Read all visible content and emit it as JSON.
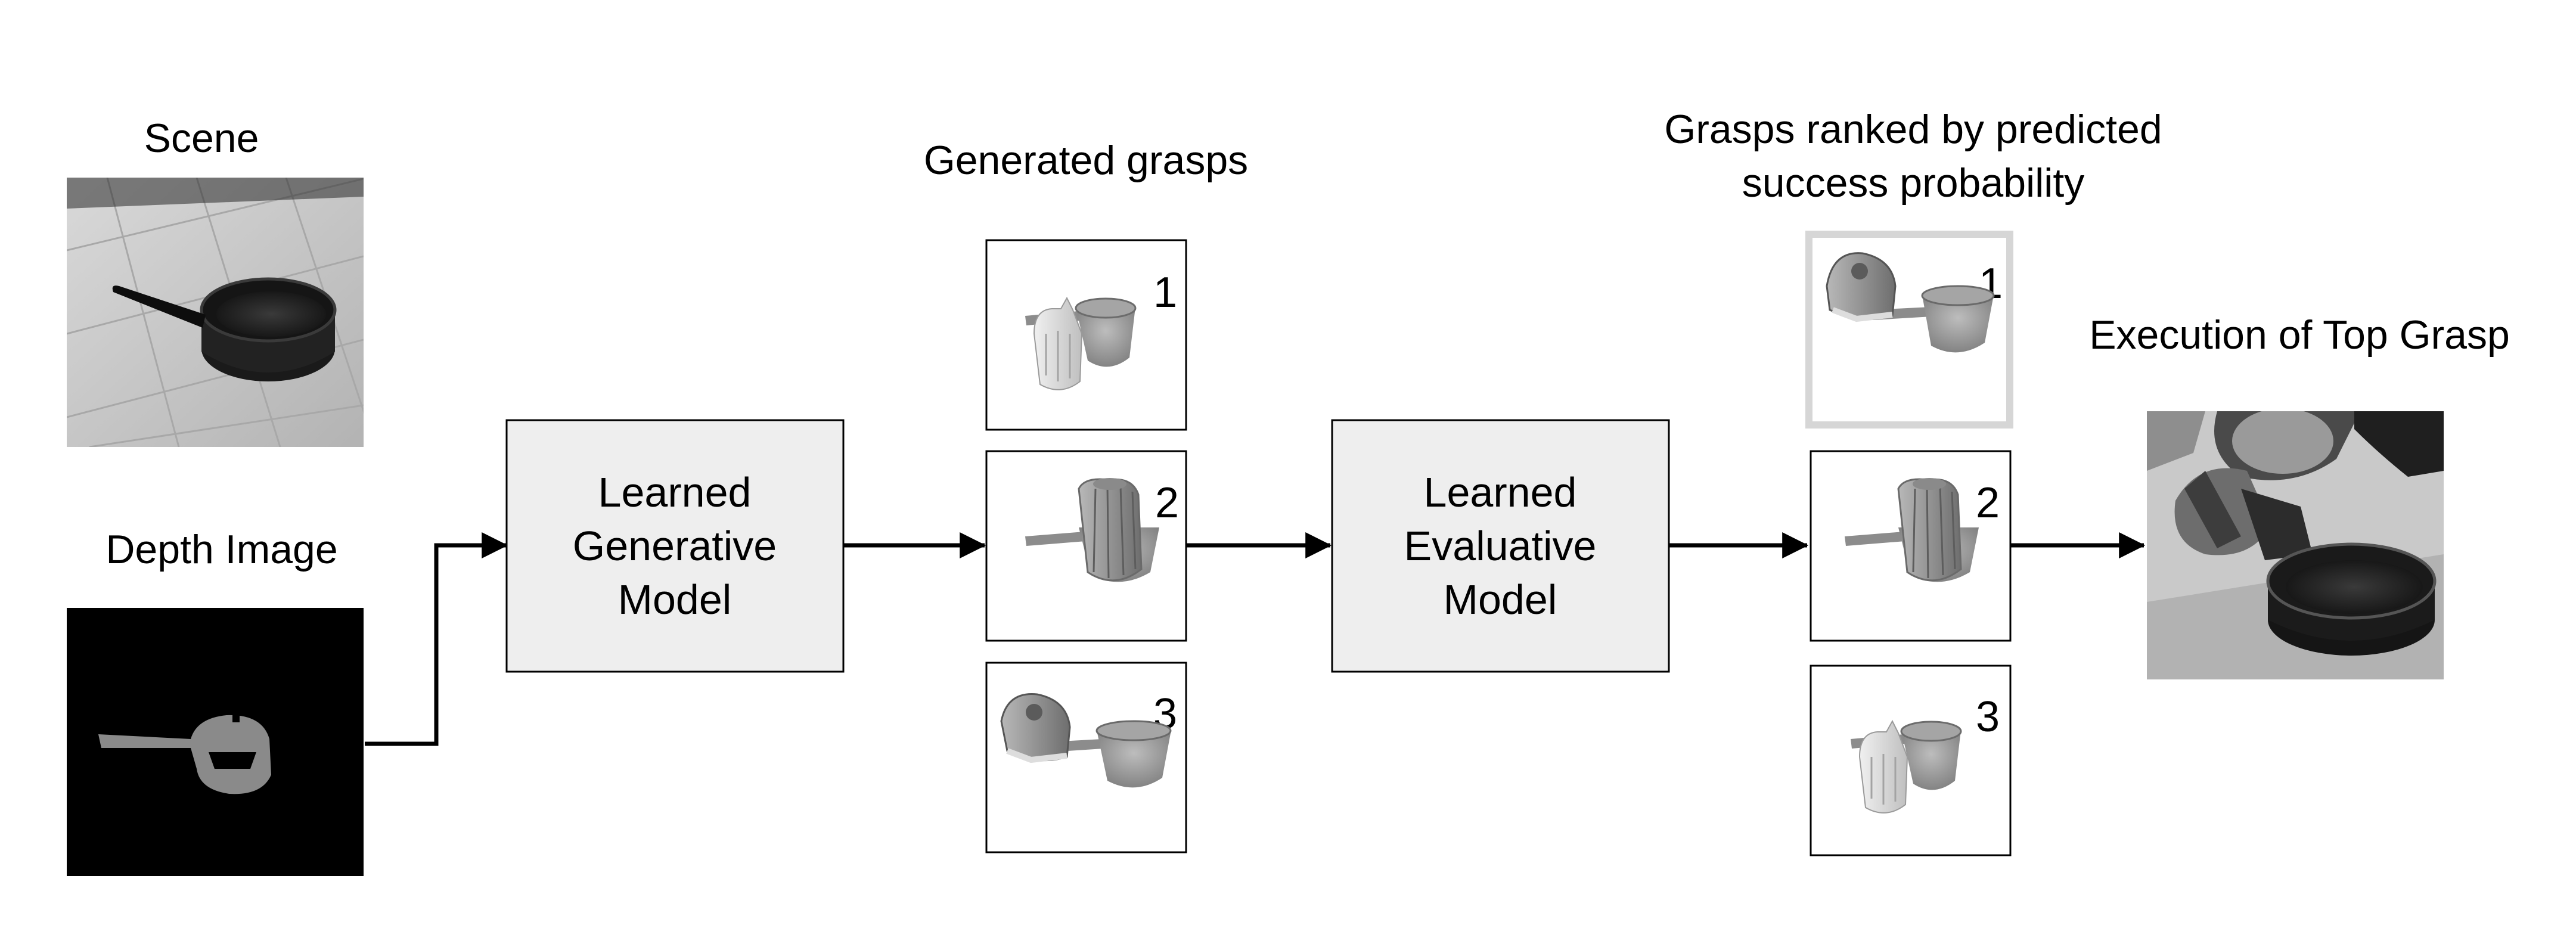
{
  "labels": {
    "scene": "Scene",
    "depth_image": "Depth Image",
    "generated_grasps": "Generated grasps",
    "ranked_line1": "Grasps ranked by predicted",
    "ranked_line2": "success probability",
    "execution": "Execution of Top Grasp"
  },
  "generative_model": {
    "line1": "Learned",
    "line2": "Generative",
    "line3": "Model"
  },
  "evaluative_model": {
    "line1": "Learned",
    "line2": "Evaluative",
    "line3": "Model"
  },
  "generated_ranks": [
    "1",
    "2",
    "3"
  ],
  "ranked_ranks": [
    "1",
    "2",
    "3"
  ],
  "colors": {
    "model_box_fill": "#eeeeee",
    "depth_bg": "#000000",
    "depth_object": "#8a8a8a",
    "highlight_border": "#d6d6d6"
  }
}
